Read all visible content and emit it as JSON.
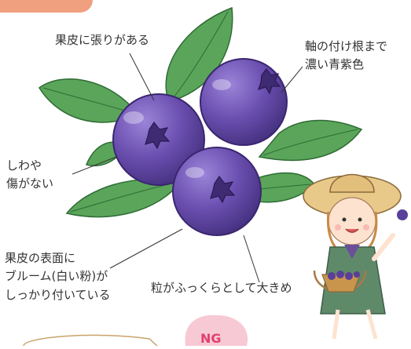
{
  "labels": {
    "skin_taut": "果皮に張りがある",
    "stem_base": [
      "軸の付け根まで",
      "濃い青紫色"
    ],
    "no_wrinkles": [
      "しわや",
      "傷がない"
    ],
    "bloom": [
      "果皮の表面に",
      "ブルーム(白い粉)が",
      "しっかり付いている"
    ],
    "plump": "粒がふっくらとして大きめ",
    "ng": "NG"
  },
  "colors": {
    "berry": "#6b4fb0",
    "berry_dark": "#4a3585",
    "leaf": "#5aa55a",
    "accent_tag": "#f0a07e",
    "ng_badge": "#f7c9d4",
    "ng_text": "#e04070"
  }
}
